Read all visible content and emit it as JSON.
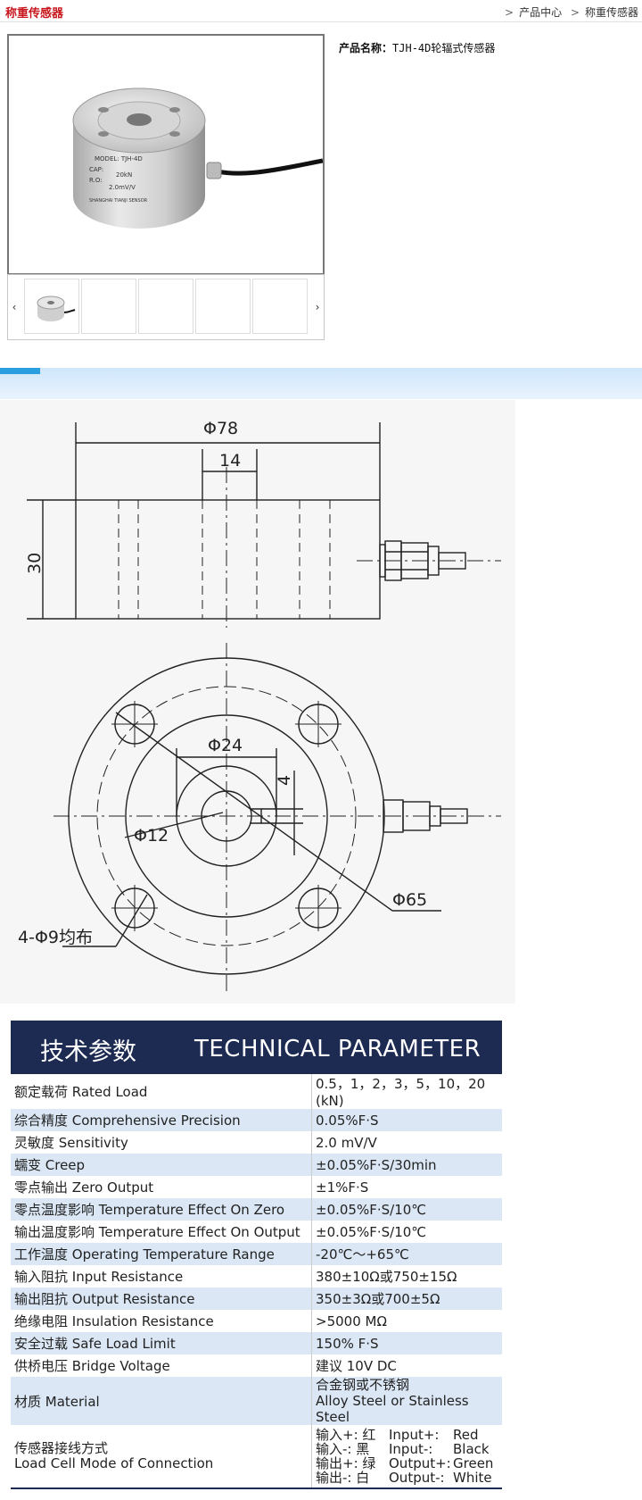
{
  "header": {
    "category": "称重传感器",
    "breadcrumb": [
      "产品中心",
      "称重传感器"
    ]
  },
  "product": {
    "name_label": "产品名称：",
    "name_value": "TJH-4D轮辐式传感器",
    "label_lines": [
      "MODEL: TJH-4D",
      "CAP:",
      "20kN",
      "R.O:",
      "2.0mV/V",
      "SHANGHAI TIANJI SENSOR"
    ]
  },
  "drawing": {
    "dim_outer": "Φ78",
    "dim_slot": "14",
    "dim_height": "30",
    "dim_inner": "Φ24",
    "dim_key": "4",
    "dim_bore": "Φ12",
    "dim_bolt_circle": "Φ65",
    "dim_holes": "4-Φ9均布"
  },
  "params": {
    "title_zh": "技术参数",
    "title_en": "TECHNICAL PARAMETER",
    "rows": [
      {
        "k": "额定载荷 Rated Load",
        "v": "0.5，1，2，3，5，10，20 (kN)"
      },
      {
        "k": "综合精度 Comprehensive Precision",
        "v": "0.05%F·S"
      },
      {
        "k": "灵敏度 Sensitivity",
        "v": "2.0 mV/V"
      },
      {
        "k": "蠕变 Creep",
        "v": "±0.05%F·S/30min"
      },
      {
        "k": "零点输出 Zero Output",
        "v": "±1%F·S"
      },
      {
        "k": "零点温度影响 Temperature Effect On Zero",
        "v": "±0.05%F·S/10℃"
      },
      {
        "k": "输出温度影响 Temperature Effect On Output",
        "v": "±0.05%F·S/10℃"
      },
      {
        "k": "工作温度 Operating Temperature Range",
        "v": "-20℃～+65℃"
      },
      {
        "k": "输入阻抗 Input Resistance",
        "v": "380±10Ω或750±15Ω"
      },
      {
        "k": "输出阻抗 Output Resistance",
        "v": "350±3Ω或700±5Ω"
      },
      {
        "k": "绝缘电阻 Insulation Resistance",
        "v": ">5000 MΩ"
      },
      {
        "k": "安全过载 Safe Load Limit",
        "v": "150% F·S"
      },
      {
        "k": "供桥电压 Bridge Voltage",
        "v": "建议 10V DC"
      }
    ],
    "material_k": "材质 Material",
    "material_v1": "合金钢或不锈钢",
    "material_v2": "Alloy Steel or Stainless Steel",
    "conn_k1": "传感器接线方式",
    "conn_k2": "Load Cell Mode of Connection",
    "conn": [
      {
        "zh": "输入+: 红",
        "en": "Input+:",
        "c": "Red"
      },
      {
        "zh": "输入-: 黑",
        "en": "Input-:",
        "c": "Black"
      },
      {
        "zh": "输出+: 绿",
        "en": "Output+:",
        "c": "Green"
      },
      {
        "zh": "输出-: 白",
        "en": "Output-:",
        "c": "White"
      }
    ]
  }
}
